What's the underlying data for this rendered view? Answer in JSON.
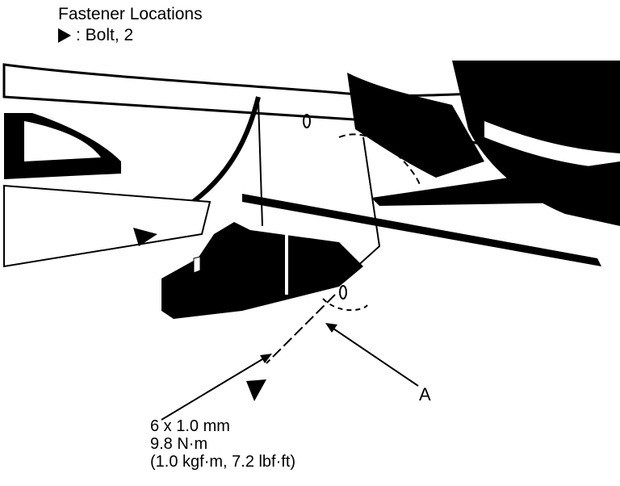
{
  "header": {
    "title": "Fastener Locations",
    "legend_symbol": "bolt-marker-icon",
    "legend_text": ": Bolt, 2"
  },
  "callouts": {
    "a_label": "A"
  },
  "torque_spec": {
    "size": "6 x 1.0 mm",
    "torque_nm": "9.8 N·m",
    "torque_alt": "(1.0 kgf·m, 7.2 lbf·ft)"
  }
}
